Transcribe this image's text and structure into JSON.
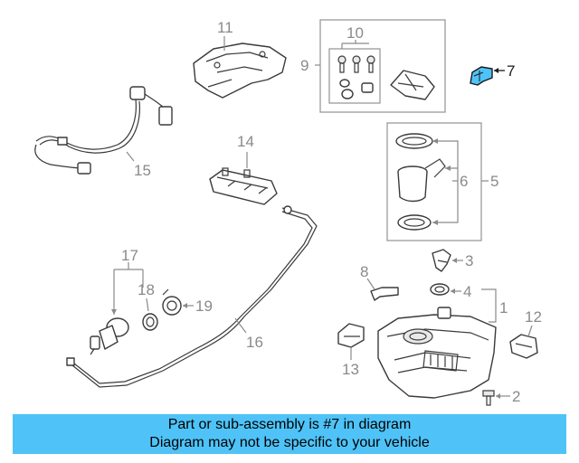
{
  "callouts": {
    "c1": "1",
    "c2": "2",
    "c3": "3",
    "c4": "4",
    "c5": "5",
    "c6": "6",
    "c7": "7",
    "c8": "8",
    "c9": "9",
    "c10": "10",
    "c11": "11",
    "c12": "12",
    "c13": "13",
    "c14": "14",
    "c15": "15",
    "c16": "16",
    "c17": "17",
    "c18": "18",
    "c19": "19"
  },
  "highlight_part": "7",
  "highlight_color": "#4fc3f7",
  "banner": {
    "line1": "Part or sub-assembly is #7 in diagram",
    "line2": "Diagram may not be specific to your vehicle",
    "background": "#4fc3f7"
  }
}
